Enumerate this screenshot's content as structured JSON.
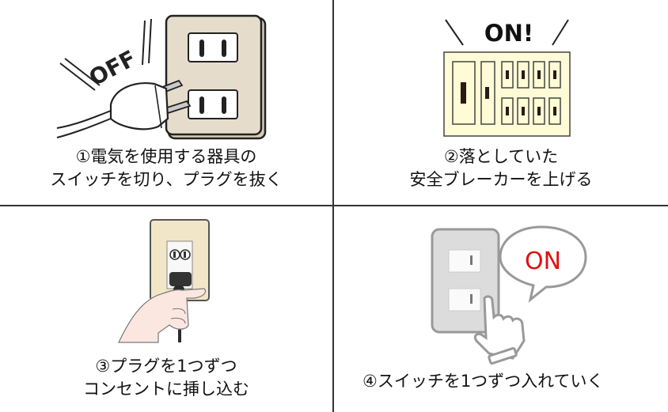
{
  "panels": [
    {
      "step": 1,
      "caption_line1": "①電気を使用する器具の",
      "caption_line2": "スイッチを切り、プラグを抜く",
      "illustration": "plug-being-pulled-from-outlet",
      "badge_text": "OFF"
    },
    {
      "step": 2,
      "caption_line1": "②落としていた",
      "caption_line2": "安全ブレーカーを上げる",
      "illustration": "breaker-panel",
      "badge_text": "ON!"
    },
    {
      "step": 3,
      "caption_line1": "③プラグを1つずつ",
      "caption_line2": "コンセントに挿し込む",
      "illustration": "hand-inserting-plug"
    },
    {
      "step": 4,
      "caption_line1": "④スイッチを1つずつ入れていく",
      "illustration": "finger-pressing-wall-switch",
      "badge_text": "ON"
    }
  ],
  "colors": {
    "outlet_plate": "#e6dccb",
    "breaker_panel": "#fffbd6",
    "switch_plate": "#dcdcdc",
    "on_red": "#e01010",
    "skin": "#fce6e0",
    "divider": "#333333"
  }
}
